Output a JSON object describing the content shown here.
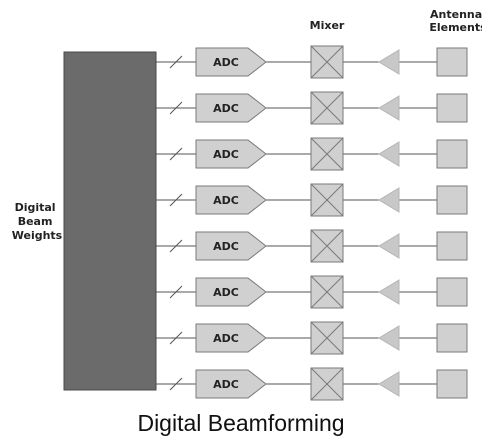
{
  "diagram": {
    "title": "Digital Beamforming",
    "weights_label": [
      "Digital",
      "Beam",
      "Weights"
    ],
    "mixer_label": "Mixer",
    "antenna_label": [
      "Antenna",
      "Elements"
    ],
    "adc_label": "ADC",
    "channel_count": 8
  },
  "colors": {
    "weights_block": "#6b6b6b",
    "component_fill": "#d0d0d0",
    "component_stroke": "#7a7a7a",
    "line": "#555555",
    "amplifier": "#c8c8c8"
  }
}
